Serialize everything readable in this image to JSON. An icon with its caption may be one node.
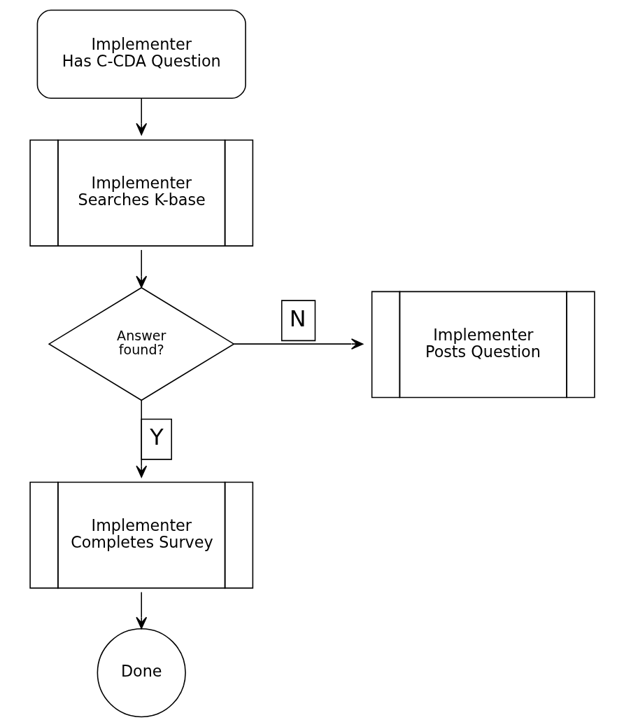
{
  "diagram": {
    "nodes": [
      {
        "text": [
          "Implementer Has C-CDA Question"
        ]
      },
      {
        "text": [
          "Implementer Searches K-base"
        ]
      },
      {
        "text": [
          "Answer found?"
        ]
      },
      {
        "text": [
          "Implementer Posts Question"
        ]
      },
      {
        "text": [
          "Implementer Completes Survey"
        ]
      },
      {
        "text": [
          "Done"
        ]
      }
    ],
    "edges": [
      {
        "from": 0,
        "to": 1,
        "arrow": "to"
      },
      {
        "from": 1,
        "to": 2,
        "arrow": "to"
      },
      {
        "from": 2,
        "to": 3,
        "arrow": "to",
        "label": "N"
      },
      {
        "from": 2,
        "to": 4,
        "arrow": "to",
        "label": "Y"
      },
      {
        "from": 4,
        "to": 5,
        "arrow": "to"
      }
    ]
  }
}
